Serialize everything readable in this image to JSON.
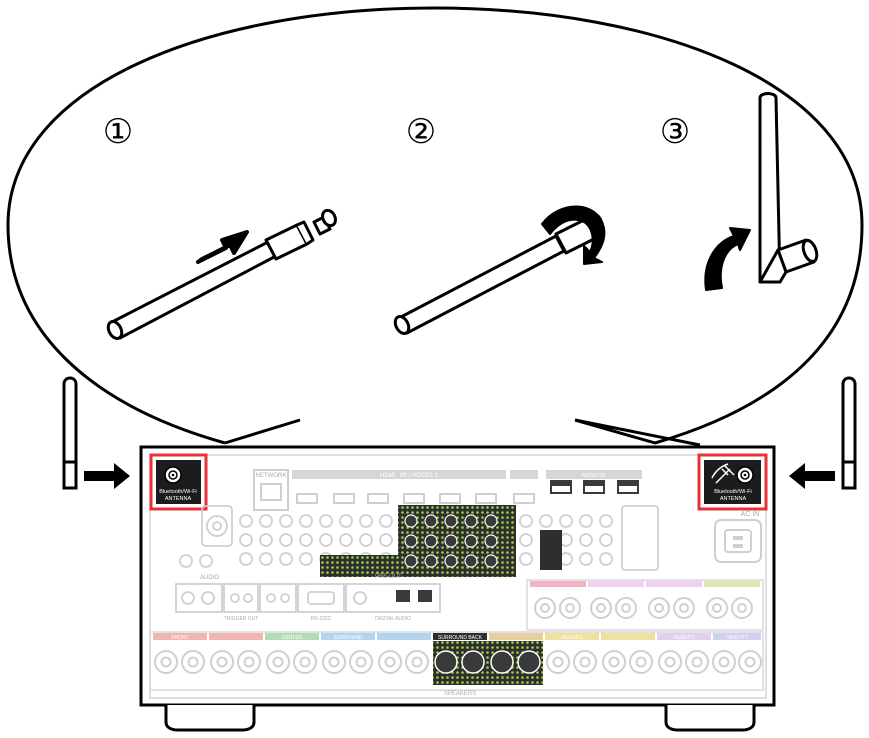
{
  "steps": [
    {
      "number": "①"
    },
    {
      "number": "②"
    },
    {
      "number": "③"
    }
  ],
  "antenna_port_label": {
    "line1": "Bluetooth/Wi-Fi",
    "line2": "ANTENNA"
  },
  "panel_labels": {
    "network": "NETWORK",
    "hdmi": "HDMI",
    "hdcp": "8K / HDCP2.3",
    "pre_out": "PRE OUT",
    "speakers": "SPEAKERS",
    "ac_in": "AC IN",
    "audio": "AUDIO",
    "trigger_out": "TRIGGER OUT",
    "rs232c": "RS-232C",
    "digital_audio": "DIGITAL AUDIO",
    "monitor": "MONITOR",
    "front": "FRONT",
    "center": "CENTER",
    "surround": "SURROUND",
    "surround_back": "SURROUND BACK",
    "height1": "HEIGHT1",
    "height2": "HEIGHT2",
    "height3": "HEIGHT3"
  },
  "colors": {
    "outline": "#000000",
    "highlight": "#e8303a",
    "faded": "#c8c8c8",
    "front_tab": "#f2b3b3",
    "center_tab": "#b3dcb3",
    "surround_tab": "#b3d4f0",
    "height_tab": "#f0d0f0",
    "green_fill": "#cfe8b0"
  }
}
